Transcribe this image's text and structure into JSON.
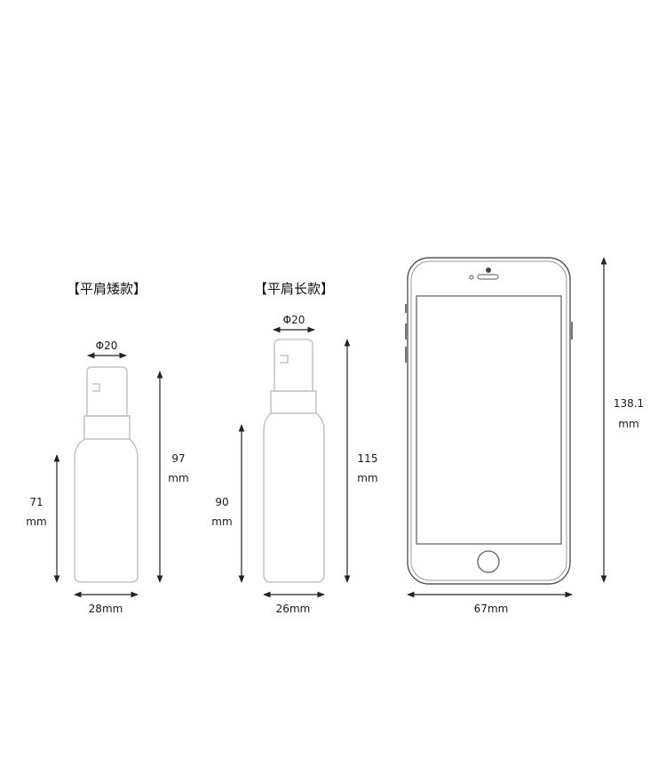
{
  "products": [
    {
      "title": "【平肩矮款】",
      "cap_diameter": "Φ20",
      "body_height_value": "71",
      "body_height_unit": "mm",
      "total_height_value": "97",
      "total_height_unit": "mm",
      "width": "28mm"
    },
    {
      "title": "【平肩长款】",
      "cap_diameter": "Φ20",
      "body_height_value": "90",
      "body_height_unit": "mm",
      "total_height_value": "115",
      "total_height_unit": "mm",
      "width": "26mm"
    }
  ],
  "phone": {
    "height_value": "138.1",
    "height_unit": "mm",
    "width": "67mm"
  },
  "colors": {
    "line": "#222222",
    "outline": "#b9b9b9",
    "phone_frame": "#555555"
  }
}
